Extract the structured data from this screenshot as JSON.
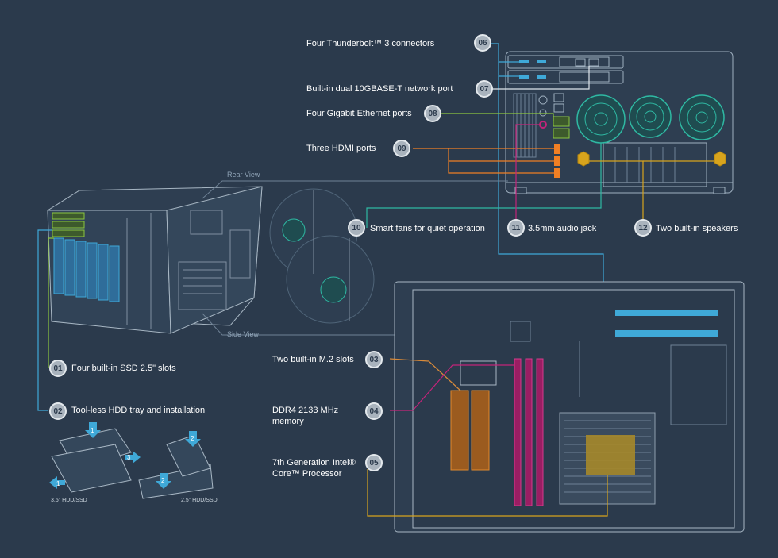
{
  "colors": {
    "background": "#2b3a4c",
    "line_blue": "#3fa9d8",
    "line_green": "#8cc63f",
    "line_teal": "#2fb9a3",
    "line_orange": "#f07f24",
    "line_magenta": "#c4247a",
    "line_yellow": "#d8a41d",
    "badge_fill": "#a9b3bd"
  },
  "view_labels": {
    "rear": "Rear View",
    "side": "Side View"
  },
  "callouts": [
    {
      "num": "01",
      "text": "Four built-in SSD 2.5\" slots"
    },
    {
      "num": "02",
      "text": "Tool-less HDD tray and installation"
    },
    {
      "num": "03",
      "text": "Two built-in M.2 slots"
    },
    {
      "num": "04",
      "text": "DDR4 2133 MHz\nmemory"
    },
    {
      "num": "05",
      "text": "7th Generation Intel®\nCore™ Processor"
    },
    {
      "num": "06",
      "text": "Four Thunderbolt™ 3 connectors"
    },
    {
      "num": "07",
      "text": "Built-in dual 10GBASE-T network port"
    },
    {
      "num": "08",
      "text": "Four Gigabit  Ethernet ports"
    },
    {
      "num": "09",
      "text": "Three HDMI ports"
    },
    {
      "num": "10",
      "text": "Smart fans for quiet operation"
    },
    {
      "num": "11",
      "text": "3.5mm audio jack"
    },
    {
      "num": "12",
      "text": "Two built-in speakers"
    }
  ],
  "tray_labels": {
    "hdd35": "3.5\" HDD/SSD",
    "hdd25": "2.5\" HDD/SSD"
  },
  "tray_steps": [
    "1",
    "2",
    "3",
    "1",
    "2"
  ]
}
